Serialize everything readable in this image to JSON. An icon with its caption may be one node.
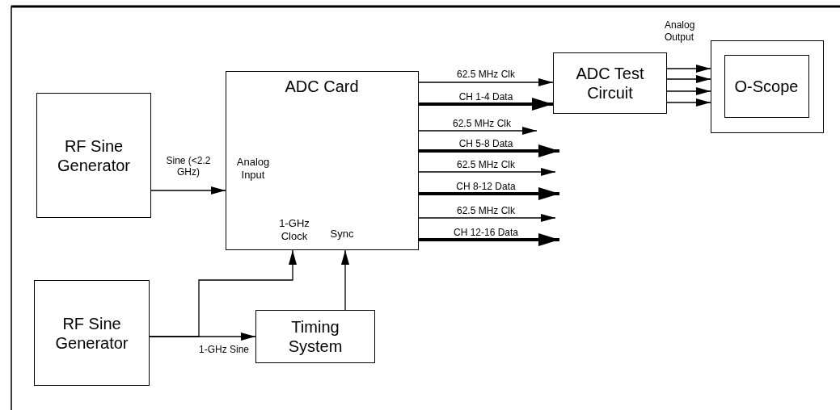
{
  "diagram": {
    "nodes": [
      {
        "text": [
          "RF Sine Generator"
        ]
      },
      {
        "text": [
          "ADC Card",
          "Analog Input",
          "1-GHz Clock",
          "Sync"
        ]
      },
      {
        "text": [
          "ADC Test Circuit"
        ]
      },
      {
        "text": [],
        "shape": "box"
      },
      {
        "text": [
          "O-Scope"
        ],
        "in": 3
      },
      {
        "text": [
          "RF Sine Generator"
        ]
      },
      {
        "text": [
          "Timing System"
        ]
      }
    ],
    "edges": [
      {
        "from": 0,
        "to": 1,
        "arrow": "to",
        "label": "Sine (<2.2 GHz)"
      },
      {
        "from": 1,
        "to": 2,
        "arrow": "to",
        "label": "62.5 MHz Clk"
      },
      {
        "from": 1,
        "to": 2,
        "arrow": "to",
        "label": "CH 1-4 Data",
        "style": "thick"
      },
      {
        "from": 1,
        "to": null,
        "arrow": "to",
        "label": "62.5 MHz Clk"
      },
      {
        "from": 1,
        "to": null,
        "arrow": "to",
        "label": "CH 5-8 Data",
        "style": "thick"
      },
      {
        "from": 1,
        "to": null,
        "arrow": "to",
        "label": "62.5 MHz Clk"
      },
      {
        "from": 1,
        "to": null,
        "arrow": "to",
        "label": "CH 8-12 Data",
        "style": "thick"
      },
      {
        "from": 1,
        "to": null,
        "arrow": "to",
        "label": "62.5 MHz Clk"
      },
      {
        "from": 1,
        "to": null,
        "arrow": "to",
        "label": "CH 12-16 Data",
        "style": "thick"
      },
      {
        "from": 2,
        "to": 3,
        "arrow": "to"
      },
      {
        "from": 2,
        "to": 3,
        "arrow": "to"
      },
      {
        "from": 2,
        "to": 3,
        "arrow": "to"
      },
      {
        "from": 2,
        "to": 3,
        "arrow": "to"
      },
      {
        "from": 5,
        "to": 6,
        "arrow": "to",
        "label": "1-GHz Sine"
      },
      {
        "from": 5,
        "to": 1,
        "arrow": "to"
      },
      {
        "from": 6,
        "to": 1,
        "arrow": "to"
      }
    ],
    "labels": [
      "Analog Output"
    ]
  }
}
